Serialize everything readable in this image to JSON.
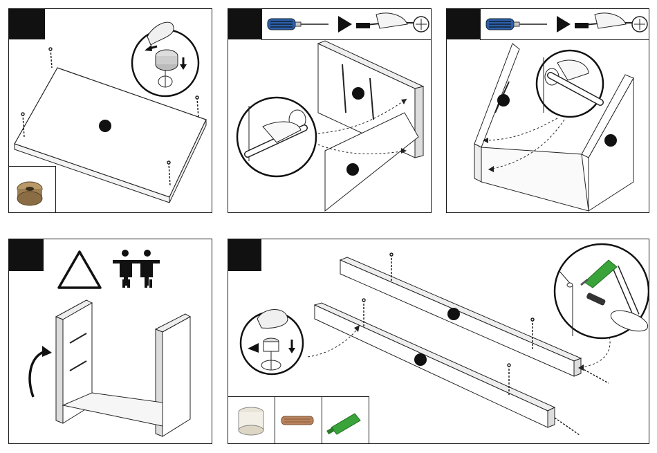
{
  "panels": [
    {
      "id": "p1",
      "step": "",
      "parts": [
        ""
      ],
      "inset": {
        "items": [
          "cam-lock-fitting"
        ]
      }
    },
    {
      "id": "p2",
      "step": "",
      "parts": [
        "",
        ""
      ],
      "tools": [
        "screwdriver",
        "turn-clockwise"
      ]
    },
    {
      "id": "p3",
      "step": "",
      "parts": [
        "",
        ""
      ],
      "tools": [
        "screwdriver",
        "turn-clockwise"
      ]
    },
    {
      "id": "p4",
      "step": "",
      "warning": "two-person-lift"
    },
    {
      "id": "p5",
      "step": "",
      "parts": [
        "",
        ""
      ],
      "inset": {
        "items": [
          "wooden-dowel-cup",
          "wood-dowel",
          "wood-glue"
        ]
      }
    }
  ],
  "colors": {
    "line": "#1a1a1a",
    "tab": "#111111",
    "screwdriver_handle": "#2d5fa8",
    "glue": "#3aa33a"
  },
  "icons": [
    "screw-icon",
    "cam-lock-icon",
    "screwdriver-icon",
    "rotate-clockwise-icon",
    "warning-triangle-icon",
    "two-person-icon",
    "hammer-icon",
    "glue-tube-icon",
    "dowel-icon",
    "arrow-icon"
  ]
}
